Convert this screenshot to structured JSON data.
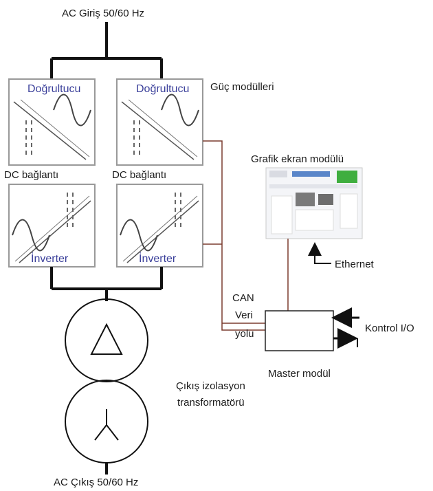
{
  "labels": {
    "ac_input": "AC Giriş 50/60 Hz",
    "ac_output": "AC Çıkış 50/60 Hz",
    "rectifier": "Doğrultucu",
    "inverter": "İnverter",
    "dc_link": "DC bağlantı",
    "power_modules": "Güç modülleri",
    "display_module": "Grafik ekran modülü",
    "ethernet": "Ethernet",
    "can_line1": "CAN",
    "can_line2": "Veri",
    "can_line3": "yolu",
    "control_io": "Kontrol I/O",
    "master_module": "Master modül",
    "transformer_line1": "Çıkış izolasyon",
    "transformer_line2": "transformatörü"
  },
  "colors": {
    "line": "#111111",
    "module_border": "#9a9a9a",
    "bus_line": "#7a3b2e",
    "accent_text": "#3a3f9a"
  }
}
